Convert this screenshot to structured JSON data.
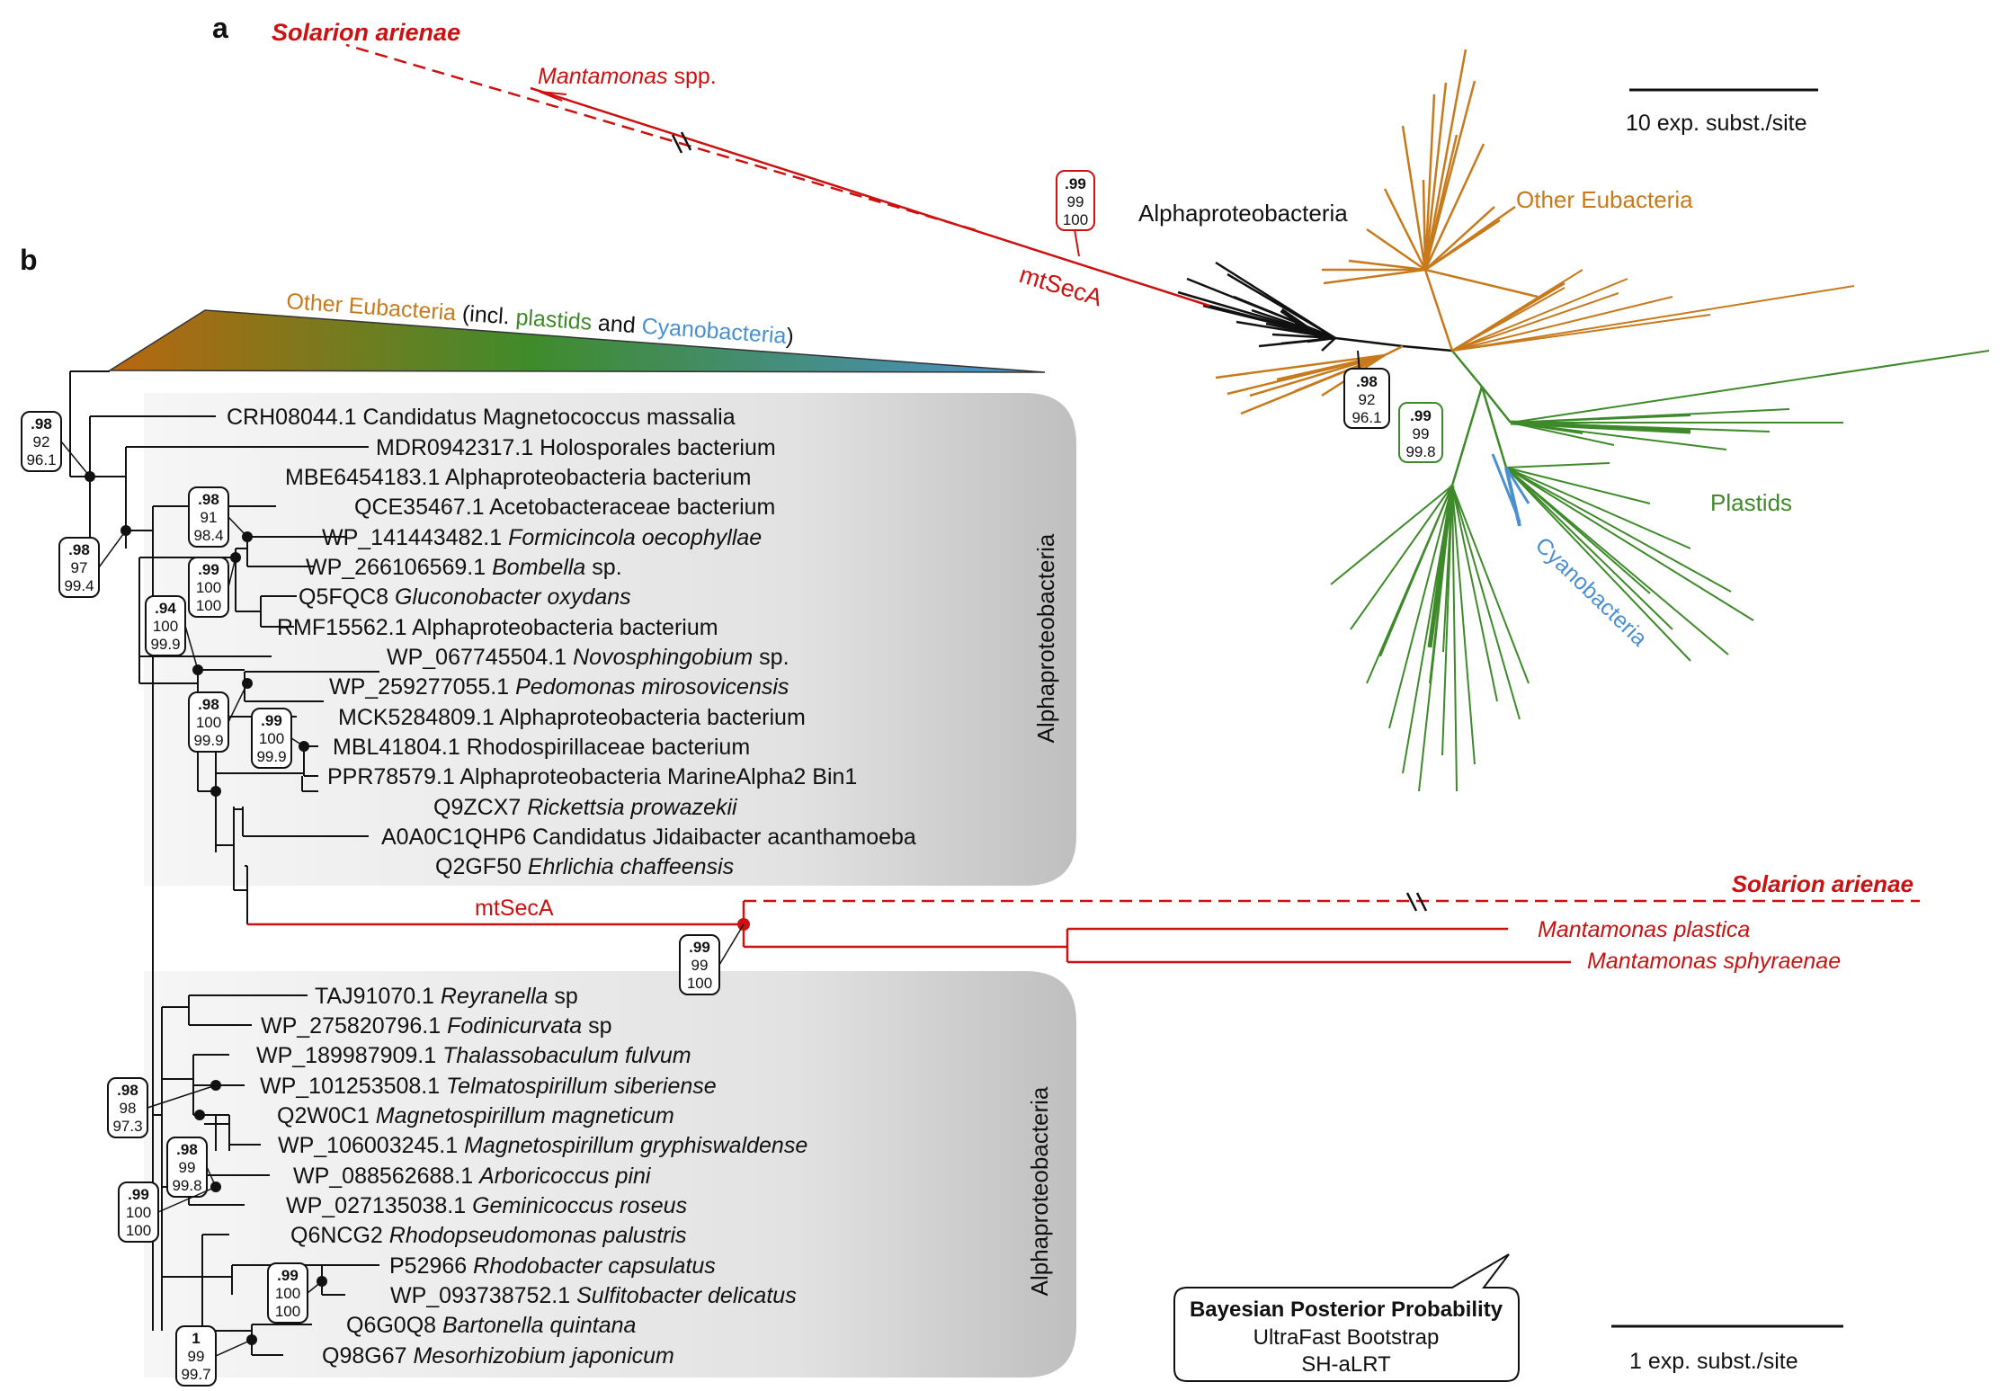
{
  "panels": {
    "a": "a",
    "b": "b"
  },
  "colors": {
    "alpha": "#111111",
    "other": "#c77a1c",
    "plastid": "#3e8a2a",
    "cyano": "#4a90d0",
    "mt": "#cc1111"
  },
  "panel_a": {
    "clade_labels": {
      "solarion": "Solarion arienae",
      "mantamonas": "Mantamonas",
      "mantamonas_suffix": " spp.",
      "alpha": "Alphaproteobacteria",
      "other": "Other Eubacteria",
      "plastids": "Plastids",
      "cyano": "Cyanobacteria",
      "mtseca": "mtSecA"
    },
    "scale": "10 exp. subst./site",
    "supports": [
      {
        "bpp": ".99",
        "ufb": "99",
        "sh": "100"
      },
      {
        "bpp": ".98",
        "ufb": "92",
        "sh": "96.1"
      },
      {
        "bpp": ".99",
        "ufb": "99",
        "sh": "99.8"
      }
    ]
  },
  "panel_b": {
    "collapsed": {
      "other": "Other Eubacteria",
      "incl": " (incl. ",
      "plastids": "plastids",
      "and": " and ",
      "cyano": "Cyanobacteria",
      "close": ")"
    },
    "box_label": "Alphaproteobacteria",
    "mtseca": "mtSecA",
    "taxa": [
      {
        "acc": "CRH08044.1",
        "name": "Candidatus Magnetococcus massalia",
        "italic": false
      },
      {
        "acc": "MDR0942317.1",
        "name": "Holosporales bacterium",
        "italic": false
      },
      {
        "acc": "MBE6454183.1",
        "name": "Alphaproteobacteria bacterium",
        "italic": false
      },
      {
        "acc": "QCE35467.1",
        "name": "Acetobacteraceae bacterium",
        "italic": false
      },
      {
        "acc": "WP_141443482.1",
        "name": "Formicincola oecophyllae",
        "italic": true
      },
      {
        "acc": "WP_266106569.1",
        "name": "Bombella",
        "italic": true,
        "suffix": " sp."
      },
      {
        "acc": "Q5FQC8",
        "name": "Gluconobacter oxydans",
        "italic": true
      },
      {
        "acc": "RMF15562.1",
        "name": "Alphaproteobacteria bacterium",
        "italic": false
      },
      {
        "acc": "WP_067745504.1",
        "name": "Novosphingobium",
        "italic": true,
        "suffix": " sp."
      },
      {
        "acc": "WP_259277055.1",
        "name": "Pedomonas mirosovicensis",
        "italic": true
      },
      {
        "acc": "MCK5284809.1",
        "name": "Alphaproteobacteria bacterium",
        "italic": false
      },
      {
        "acc": "MBL41804.1",
        "name": "Rhodospirillaceae bacterium",
        "italic": false
      },
      {
        "acc": "PPR78579.1",
        "name": "Alphaproteobacteria MarineAlpha2 Bin1",
        "italic": false
      },
      {
        "acc": "Q9ZCX7",
        "name": "Rickettsia prowazekii",
        "italic": true
      },
      {
        "acc": "A0A0C1QHP6",
        "name": "Candidatus Jidaibacter acanthamoeba",
        "italic": false
      },
      {
        "acc": "Q2GF50",
        "name": "Ehrlichia chaffeensis",
        "italic": true
      },
      {
        "acc": "TAJ91070.1",
        "name": "Reyranella",
        "italic": true,
        "suffix": " sp"
      },
      {
        "acc": "WP_275820796.1",
        "name": "Fodinicurvata",
        "italic": true,
        "suffix": " sp"
      },
      {
        "acc": "WP_189987909.1",
        "name": "Thalassobaculum fulvum",
        "italic": true
      },
      {
        "acc": "WP_101253508.1",
        "name": "Telmatospirillum siberiense",
        "italic": true
      },
      {
        "acc": "Q2W0C1",
        "name": "Magnetospirillum magneticum",
        "italic": true
      },
      {
        "acc": "WP_106003245.1",
        "name": "Magnetospirillum gryphiswaldense",
        "italic": true
      },
      {
        "acc": "WP_088562688.1",
        "name": "Arboricoccus pini",
        "italic": true
      },
      {
        "acc": "WP_027135038.1",
        "name": "Geminicoccus roseus",
        "italic": true
      },
      {
        "acc": "Q6NCG2",
        "name": "Rhodopseudomonas palustris",
        "italic": true
      },
      {
        "acc": "P52966",
        "name": "Rhodobacter capsulatus",
        "italic": true
      },
      {
        "acc": "WP_093738752.1",
        "name": "Sulfitobacter delicatus",
        "italic": true
      },
      {
        "acc": "Q6G0Q8",
        "name": "Bartonella quintana",
        "italic": true
      },
      {
        "acc": "Q98G67",
        "name": "Mesorhizobium japonicum",
        "italic": true
      }
    ],
    "mt_taxa": [
      {
        "name": "Solarion arienae",
        "bold": true
      },
      {
        "name": "Mantamonas plastica",
        "bold": false
      },
      {
        "name": "Mantamonas sphyraenae",
        "bold": false
      }
    ],
    "supports": [
      {
        "bpp": ".98",
        "ufb": "92",
        "sh": "96.1"
      },
      {
        "bpp": ".98",
        "ufb": "97",
        "sh": "99.4"
      },
      {
        "bpp": ".98",
        "ufb": "91",
        "sh": "98.4"
      },
      {
        "bpp": ".99",
        "ufb": "100",
        "sh": "100"
      },
      {
        "bpp": ".94",
        "ufb": "100",
        "sh": "99.9"
      },
      {
        "bpp": ".98",
        "ufb": "100",
        "sh": "99.9"
      },
      {
        "bpp": ".99",
        "ufb": "100",
        "sh": "99.9"
      },
      {
        "bpp": ".99",
        "ufb": "99",
        "sh": "100"
      },
      {
        "bpp": ".98",
        "ufb": "98",
        "sh": "97.3"
      },
      {
        "bpp": ".98",
        "ufb": "99",
        "sh": "99.8"
      },
      {
        "bpp": ".99",
        "ufb": "100",
        "sh": "100"
      },
      {
        "bpp": ".99",
        "ufb": "100",
        "sh": "100"
      },
      {
        "bpp": "1",
        "ufb": "99",
        "sh": "99.7"
      }
    ],
    "legend": {
      "title": "Bayesian Posterior Probability",
      "line2": "UltraFast Bootstrap",
      "line3": "SH-aLRT"
    },
    "scale": "1 exp. subst./site"
  }
}
